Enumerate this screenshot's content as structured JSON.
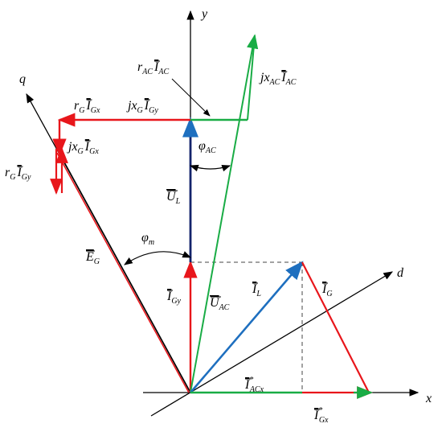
{
  "colors": {
    "red": "#e8161b",
    "green": "#19ac45",
    "blue": "#1e6fbf",
    "navy": "#13236b",
    "black": "#000000",
    "dashed": "#444444"
  },
  "axes": {
    "x": "x",
    "y": "y",
    "q": "q",
    "d": "d"
  },
  "labels": {
    "r_ac_iac": {
      "base": "r",
      "sub1": "AC",
      "over": "I",
      "sub2": "AC"
    },
    "jx_ac_iac": {
      "base": "jx",
      "sub1": "AC",
      "over": "I",
      "sub2": "AC"
    },
    "rg_igx": {
      "base": "r",
      "sub1": "G",
      "over": "I",
      "sub2": "Gx"
    },
    "jxg_igy": {
      "base": "jx",
      "sub1": "G",
      "over": "I",
      "sub2": "Gy"
    },
    "jxg_igx": {
      "base": "jx",
      "sub1": "G",
      "over": "I",
      "sub2": "Gx"
    },
    "rg_igy": {
      "base": "r",
      "sub1": "G",
      "over": "I",
      "sub2": "Gy"
    },
    "phi_ac": {
      "base": "φ",
      "sub": "AC"
    },
    "phi_m": {
      "base": "φ",
      "sub": "m"
    },
    "u_l": {
      "over": "U",
      "sub": "L"
    },
    "e_g": {
      "over": "E",
      "sub": "G"
    },
    "i_gy": {
      "over": "I",
      "sub": "Gy"
    },
    "u_ac": {
      "over": "U",
      "sub": "AC"
    },
    "i_l": {
      "over": "I",
      "sub": "L"
    },
    "i_g": {
      "over": "I",
      "sub": "G"
    },
    "i_acx": {
      "over": "I",
      "sup": "*",
      "sub": "ACx"
    },
    "i_gx": {
      "over": "I",
      "sup": "*",
      "sub": "Gx"
    }
  }
}
